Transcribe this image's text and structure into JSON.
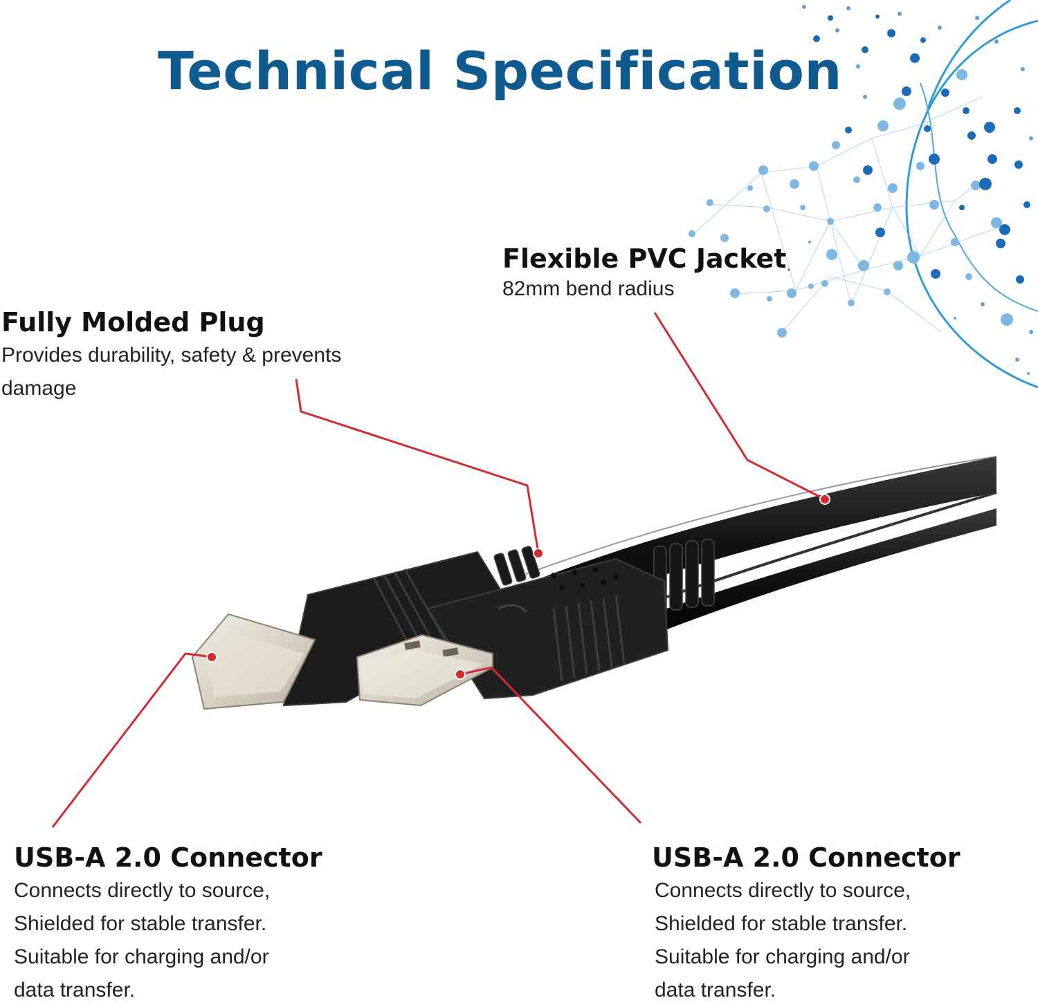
{
  "title": "Technical Specification",
  "colors": {
    "title": "#0f5a8f",
    "leader_line": "#d32a2f",
    "globe": "#2f86c7"
  },
  "callouts": {
    "jacket": {
      "heading": "Flexible PVC Jacket",
      "lines": [
        "82mm bend radius"
      ]
    },
    "plug": {
      "heading": "Fully Molded Plug",
      "lines": [
        "Provides durability, safety & prevents",
        "damage"
      ]
    },
    "usb_left": {
      "heading": "USB-A 2.0 Connector",
      "lines": [
        "Connects directly to source,",
        "Shielded for stable transfer.",
        "Suitable for charging and/or",
        "data transfer."
      ]
    },
    "usb_right": {
      "heading": "USB-A 2.0 Connector",
      "lines": [
        "Connects directly to source,",
        "Shielded for stable transfer.",
        "Suitable for charging and/or",
        "data transfer."
      ]
    }
  }
}
